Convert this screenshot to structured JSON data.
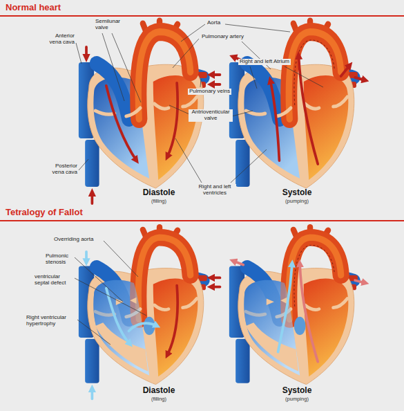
{
  "diagram": {
    "labels": [
      "Normal heart",
      "Semilunar valve",
      "Aorta",
      "Pulmonary artery",
      "Anterior vena cava",
      "Right and left Atrium",
      "Pulmonary veins",
      "Antrioventicular valve",
      "Posterior vena cava",
      "Diastole",
      "(filling)",
      "Right and left ventricles",
      "Systole",
      "(pumping)",
      "Tetralogy of Fallot",
      "Overriding aorta",
      "Pulmonic stenosis",
      "ventricular septal defect",
      "Right ventricular hypertrophy",
      "Diastole",
      "(filling)",
      "Systole",
      "(pumping)"
    ]
  }
}
